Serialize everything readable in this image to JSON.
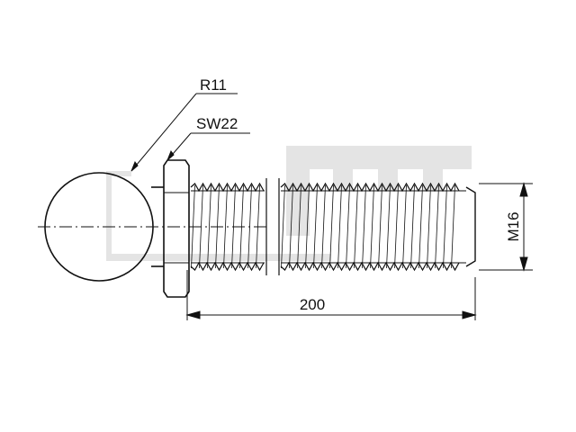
{
  "labels": {
    "radius": "R11",
    "wrench_size": "SW22",
    "length": "200",
    "thread": "M16"
  },
  "colors": {
    "line": "#111111",
    "watermark": "#e4e4e4",
    "background": "#ffffff"
  },
  "icons": {
    "watermark": "brand-logo-watermark"
  }
}
